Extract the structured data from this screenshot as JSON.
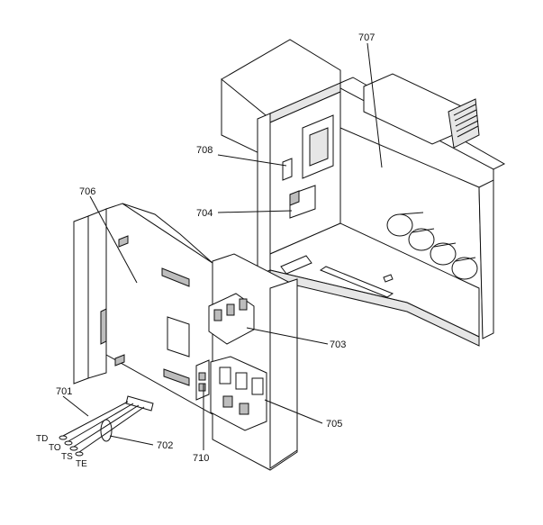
{
  "callouts": {
    "c707": "707",
    "c708": "708",
    "c704": "704",
    "c706": "706",
    "c703": "703",
    "c701": "701",
    "c702": "702",
    "c705": "705",
    "c710": "710"
  },
  "wire_labels": {
    "td": "TD",
    "to": "TO",
    "ts": "TS",
    "te": "TE"
  }
}
